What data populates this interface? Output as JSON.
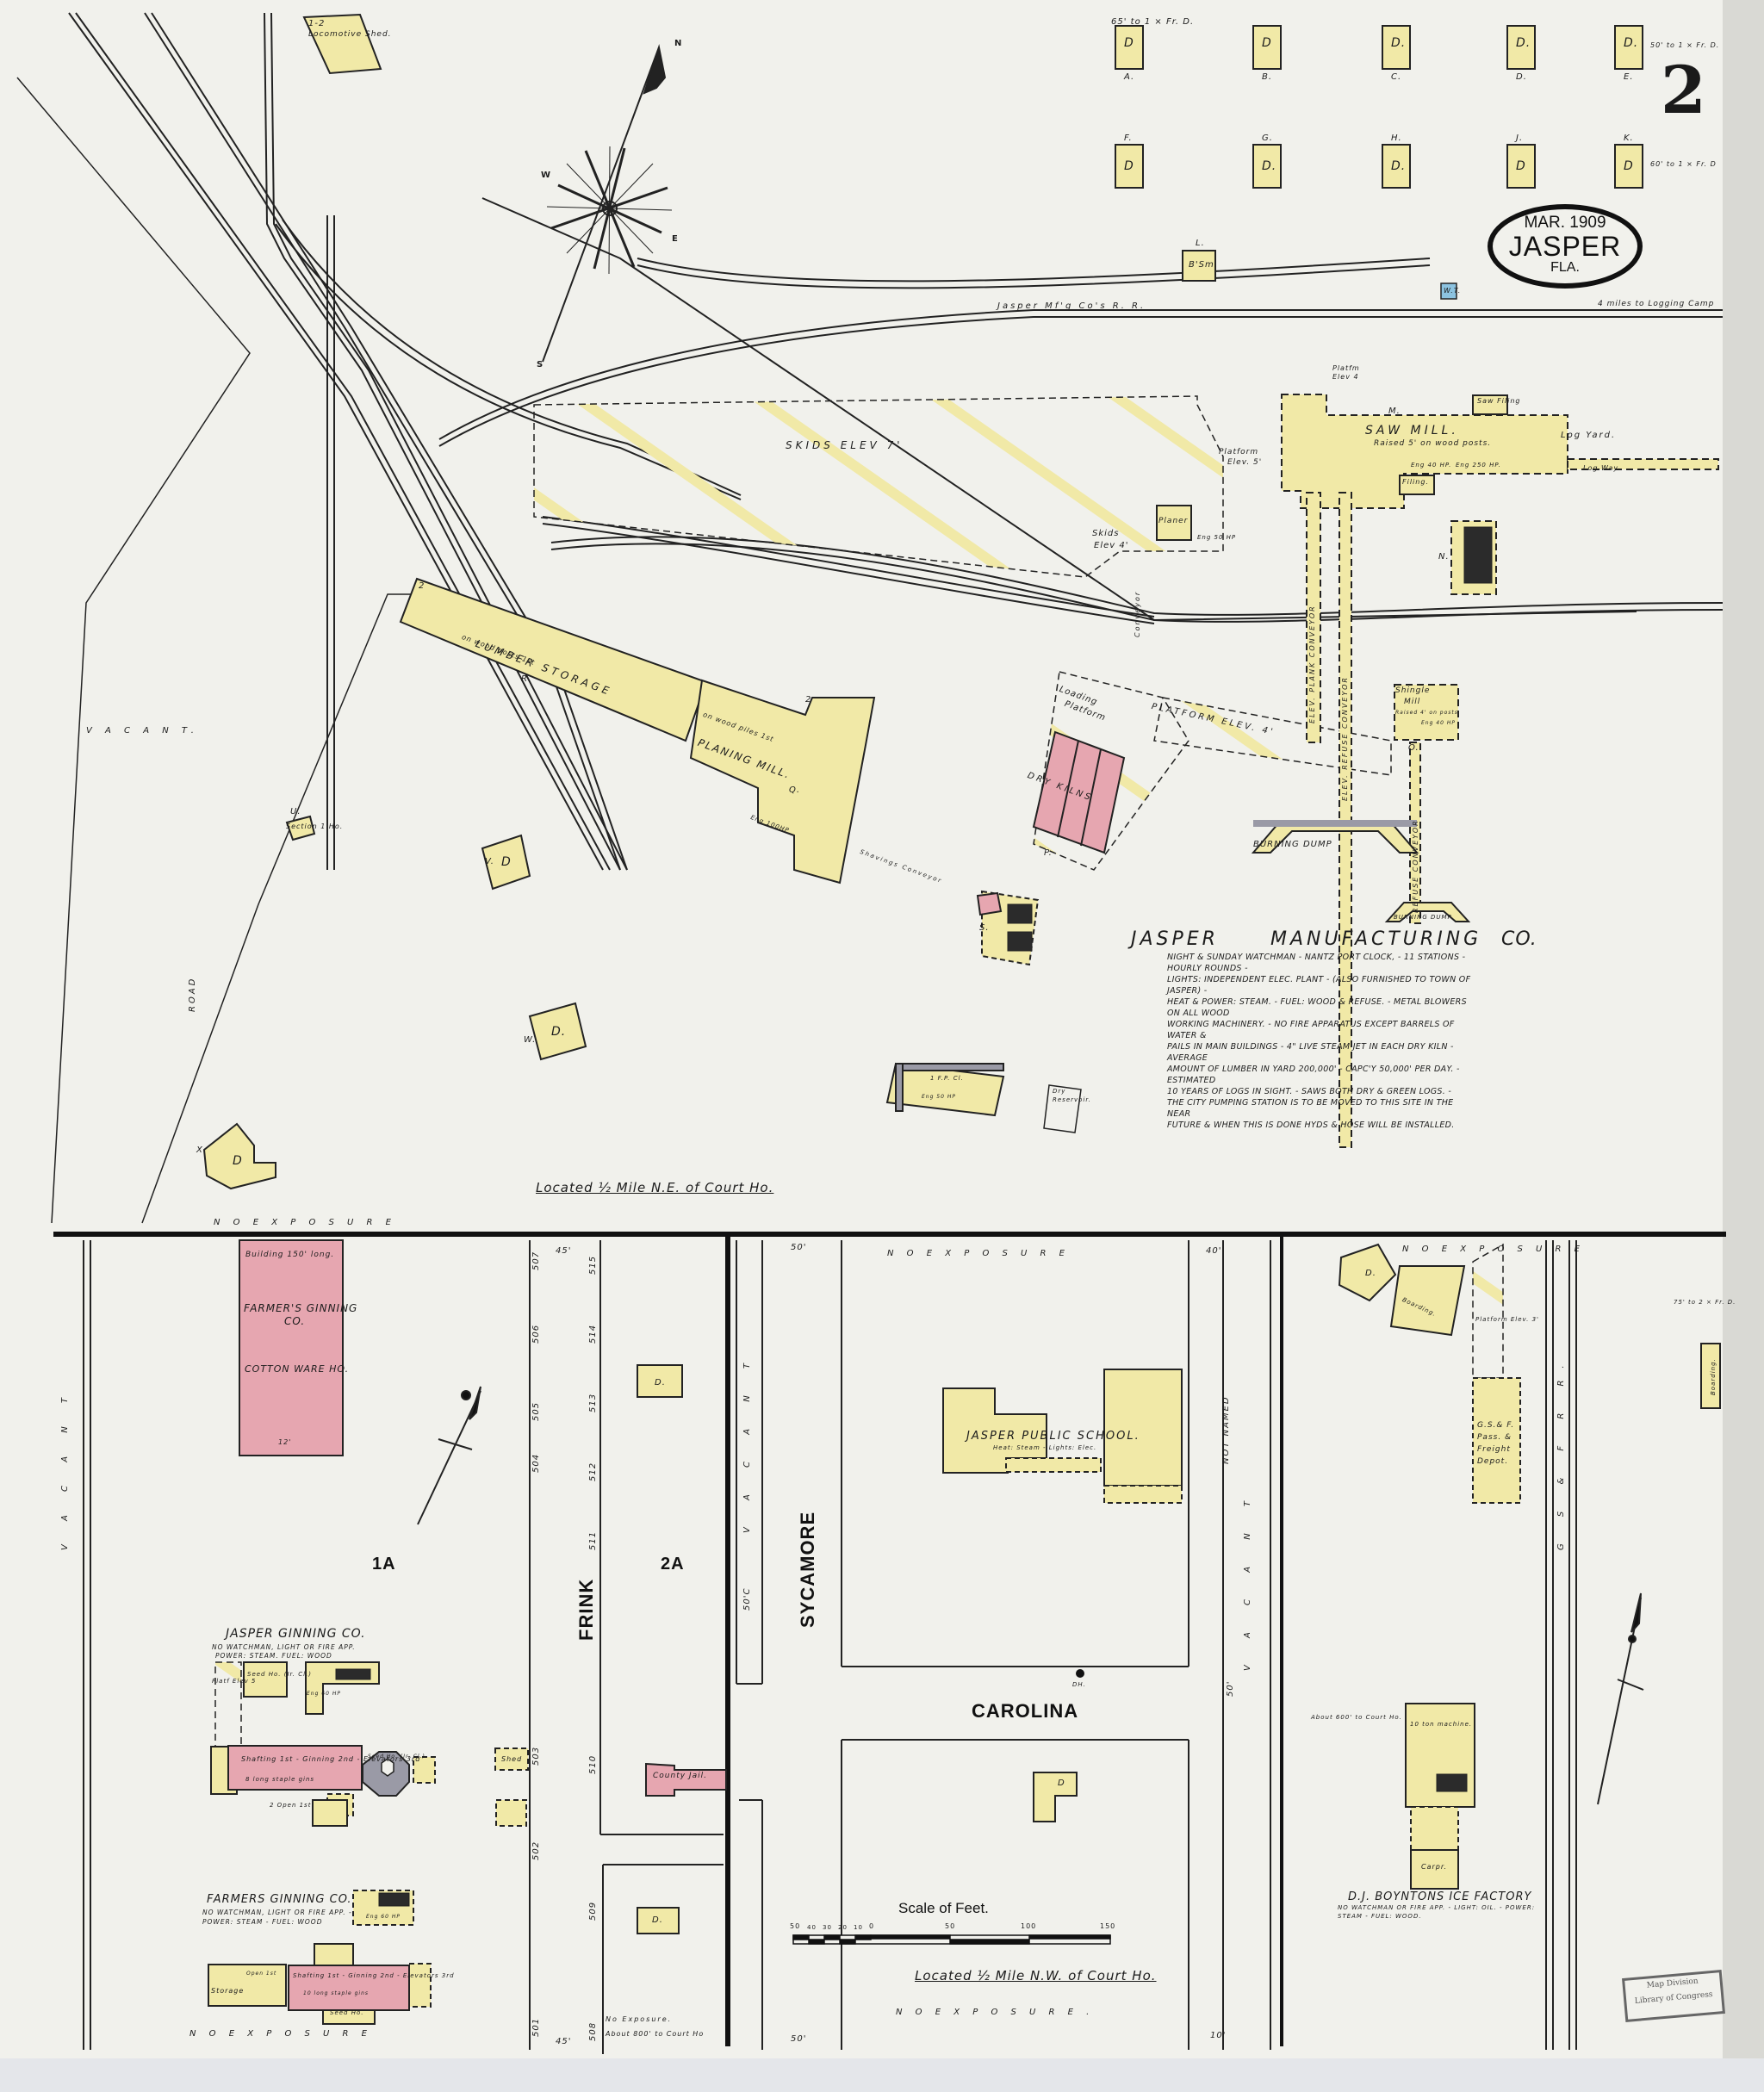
{
  "sheet": {
    "sheet_number": "2",
    "title_block": {
      "date": "MAR. 1909",
      "town": "JASPER",
      "state": "FLA."
    },
    "stamp": {
      "line1": "Map Division",
      "line2": "Library of Congress"
    },
    "colors": {
      "paper": "#f1f1ec",
      "frame_wood": "#f1e9a7",
      "brick": "#e6a6b0",
      "iron_clad": "#9a9aa6",
      "water_tank": "#8cc3e0",
      "ink": "#1c1c1c"
    }
  },
  "compass": {
    "n": "N",
    "s": "S",
    "e": "E",
    "w": "W"
  },
  "upper_section": {
    "dwellings_row1": [
      {
        "letter": "A.",
        "label": "D",
        "note": "65' to 1 × Fr. D."
      },
      {
        "letter": "B.",
        "label": "D"
      },
      {
        "letter": "C.",
        "label": "D."
      },
      {
        "letter": "D.",
        "label": "D."
      },
      {
        "letter": "E.",
        "label": "D.",
        "note": "50' to 1 × Fr. D."
      }
    ],
    "dwellings_row2": [
      {
        "letter": "F.",
        "label": "D"
      },
      {
        "letter": "G.",
        "label": "D."
      },
      {
        "letter": "H.",
        "label": "D."
      },
      {
        "letter": "J.",
        "label": "D"
      },
      {
        "letter": "K.",
        "label": "D",
        "note": "60' to 1 × Fr. D"
      }
    ],
    "locomotive_shed": {
      "stories": "1-2",
      "label": "Locomotive Shed."
    },
    "blacksmith": {
      "letter": "L.",
      "label": "B'Sm."
    },
    "water_tank": {
      "label": "W.T."
    },
    "railroad_label": "Jasper Mf'g Co's R. R.",
    "logging_camp_note": "4 miles to Logging Camp",
    "gsf_rr_letters": [
      "G",
      "S",
      "&",
      "F",
      "R",
      "R."
    ],
    "vacant_label": "V A C A N T.",
    "road_label": "ROAD",
    "section_house": {
      "letter": "U.",
      "label": "Section 1 Ho."
    },
    "skids_7": "SKIDS   ELEV 7'",
    "skids_4": {
      "line1": "Skids",
      "line2": "Elev 4'"
    },
    "platform_elev_5": {
      "line1": "Platform",
      "line2": "Elev. 5'"
    },
    "platform_elev_4": {
      "line1": "Platfm",
      "line2": "Elev 4"
    },
    "saw_mill": {
      "letter": "M.",
      "name": "SAW MILL.",
      "note": "Raised 5' on wood posts.",
      "eng1": "Eng 40 HP.",
      "eng2": "Eng 250 HP.",
      "saw_filing": "Saw Filing",
      "filing": "Filing."
    },
    "log_yard": "Log Yard.",
    "log_way": "Log Way.",
    "planer": {
      "name": "Planer",
      "eng": "Eng 50 HP"
    },
    "lumber_storage": {
      "name": "LUMBER STORAGE",
      "note": "on wood posts 1st",
      "letter": "R.",
      "stories": "2"
    },
    "planing_mill": {
      "name": "PLANING MILL.",
      "note": "on wood piles 1st",
      "letter": "Q.",
      "eng": "Eng 100HP",
      "stories": "2"
    },
    "loading_platform": {
      "line1": "Loading",
      "line2": "Platform"
    },
    "platform_elev_4b": "PLATFORM   ELEV.  4'",
    "dry_kilns": {
      "name": "DRY KILNS",
      "letter": "P."
    },
    "conveyor_label": "Conveyor",
    "shavings_conveyor": "Shavings Conveyor",
    "elev_plank_conveyor": "ELEV. PLANK CONVEYOR",
    "elev_refuse_conveyor": "ELEV. REFUSE CONVEYOR",
    "refuse_conveyor": "REFUSE CONVEYOR",
    "shingle_mill": {
      "line1": "Shingle",
      "line2": "Mill",
      "note": "Raised 4' on posts",
      "eng": "Eng 40 HP",
      "letter": "O."
    },
    "boiler_house": {
      "letter": "N."
    },
    "burning_dump_1": "BURNING  DUMP",
    "burning_dump_2": "BURNING DUMP",
    "shavings_vault": {
      "letter": "S."
    },
    "dwelling_v": {
      "letter": "V.",
      "label": "D"
    },
    "dwelling_w": {
      "letter": "W.",
      "label": "D."
    },
    "dwelling_x": {
      "letter": "X.",
      "label": "D"
    },
    "engine_house": {
      "label": "1 F.P. Cl.",
      "eng": "Eng 50 HP"
    },
    "dry_reservoir": {
      "line1": "Dry",
      "line2": "Reservoir."
    },
    "company": {
      "name_part1": "JASPER",
      "name_part2": "MANUFACTURING",
      "name_part3": "CO.",
      "notes": [
        "NIGHT & SUNDAY WATCHMAN - NANTZ PORT CLOCK, - 11 STATIONS - HOURLY ROUNDS -",
        "LIGHTS: INDEPENDENT ELEC. PLANT - (ALSO FURNISHED TO TOWN OF JASPER) -",
        "HEAT & POWER: STEAM. - FUEL: WOOD & REFUSE. - METAL BLOWERS ON ALL WOOD",
        "WORKING MACHINERY. - NO FIRE APPARATUS EXCEPT BARRELS OF WATER &",
        "PAILS IN MAIN BUILDINGS - 4\" LIVE STEAM JET IN EACH DRY KILN - AVERAGE",
        "AMOUNT OF LUMBER IN YARD 200,000' - CAPC'Y 50,000' PER DAY. - ESTIMATED",
        "10 YEARS OF LOGS IN SIGHT. - SAWS BOTH DRY & GREEN LOGS. -",
        "THE CITY PUMPING STATION IS TO BE MOVED TO THIS SITE IN THE NEAR",
        "FUTURE & WHEN THIS IS DONE HYDS & HOSE WILL BE INSTALLED."
      ]
    },
    "location_note": "Located ½ Mile N.E. of Court Ho.",
    "no_exposure": "N O   E X P O S U R E"
  },
  "lower_section": {
    "streets": {
      "frink": "FRINK",
      "sycamore": "SYCAMORE",
      "carolina": "CAROLINA",
      "vacant_left": "V A C A N T",
      "vacant_mid": "V A C A N T",
      "vacant_right": "V A C A N T",
      "not_named": "NOT NAMED",
      "gsf_rr": "G S & F R R."
    },
    "block_labels": {
      "a": "1A",
      "b": "2A"
    },
    "house_numbers_left": [
      "507",
      "506",
      "505",
      "504",
      "503",
      "502",
      "501"
    ],
    "house_numbers_right": [
      "515",
      "514",
      "513",
      "512",
      "511",
      "510",
      "509",
      "508"
    ],
    "dims": {
      "d45_top": "45'",
      "d45_bot": "45'",
      "d50_top": "50'",
      "d50_c": "50'C",
      "d50_bot": "50'",
      "d40": "40'",
      "d50r": "50'",
      "d10": "10'"
    },
    "farmers_warehouse": {
      "note": "Building 150' long.",
      "name_line1": "FARMER'S GINNING",
      "name_line2": "CO.",
      "sub": "COTTON WARE HO.",
      "height": "12'"
    },
    "jasper_ginning": {
      "name": "JASPER GINNING CO.",
      "note1": "NO WATCHMAN, LIGHT OR FIRE APP.",
      "note2": "POWER: STEAM. FUEL: WOOD",
      "seed_ho": "Seed Ho. (Ir. Cl.)",
      "platform": "Platf Elev 5",
      "main": "Shafting 1st - Ginning 2nd - Elevators 3rd",
      "gins": "8 long staple gins",
      "open": "2 Open 1st",
      "octagon": "Seed Ho. (Ir. Cl.)",
      "eng": "Eng 60 HP"
    },
    "farmers_ginning": {
      "name": "FARMERS GINNING CO.",
      "note1": "NO WATCHMAN, LIGHT OR FIRE APP. -",
      "note2": "POWER: STEAM - FUEL: WOOD",
      "main": "Shafting 1st - Ginning 2nd - Elevators 3rd",
      "gins": "10 long staple gins",
      "storage": "Storage",
      "open": "Open 1st",
      "seed_ho": "Seed Ho.",
      "eng": "Eng 60 HP"
    },
    "shed": "Shed",
    "dwelling_2a": "D.",
    "dwelling_509": "D.",
    "county_jail": "County Jail.",
    "no_exposure_bottom": "No Exposure.",
    "about_800": "About 800' to Court Ho",
    "school": {
      "name": "JASPER PUBLIC SCHOOL.",
      "note": "Heat: Steam - Lights: Elec."
    },
    "carolina_dwelling": "D",
    "dh_note": "DH.",
    "scale": {
      "title": "Scale of Feet.",
      "ticks": [
        "50",
        "40",
        "30",
        "20",
        "10",
        "0",
        "50",
        "100",
        "150"
      ]
    },
    "location_note": "Located ½ Mile N.W. of Court Ho.",
    "no_exposure_labels": [
      "N O   E X P O S U R E",
      "N O   E X P O S U R E",
      "N O   E X P O S U R E .",
      "N O   E X P O S U R E"
    ],
    "depot": {
      "line1": "G.S.& F.",
      "line2": "Pass. &",
      "line3": "Freight",
      "line4": "Depot.",
      "platform": "Platform Elev. 3'"
    },
    "boarding_1": "Boarding.",
    "boarding_2": "Boarding.",
    "dwelling_right": "D.",
    "dwelling_right_note": "75' to 2 × Fr. D.",
    "ice_factory": {
      "name": "D.J. BOYNTONS ICE FACTORY",
      "note1": "NO WATCHMAN OR FIRE APP. - LIGHT: OIL. - POWER:",
      "note2": "STEAM - FUEL: WOOD.",
      "machine": "10 ton machine.",
      "carpr": "Carpr.",
      "about_600": "About 600' to Court Ho."
    }
  }
}
